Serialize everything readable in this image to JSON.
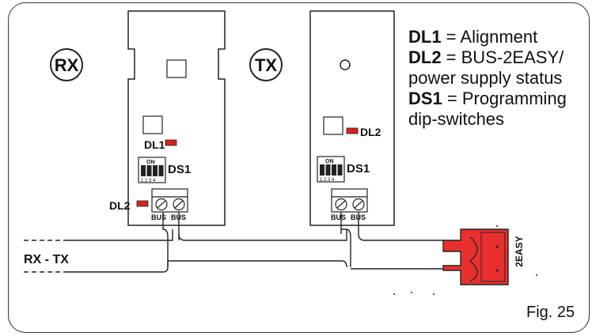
{
  "labels": {
    "rx": "RX",
    "tx": "TX",
    "dl1": "DL1",
    "dl2": "DL2",
    "ds1": "DS1",
    "on": "ON",
    "dip_numbers": "1 2 3 4",
    "bus": "BUS",
    "rx_tx": "RX - TX",
    "twoeasy": "2EASY"
  },
  "legend": {
    "dl1_code": "DL1",
    "dl1_text": " = Alignment",
    "dl2_code": "DL2",
    "dl2_text": " = BUS-2EASY/",
    "dl2_text2": "power supply status",
    "ds1_code": "DS1",
    "ds1_text": " = Programming",
    "ds1_text2": "dip-switches"
  },
  "figure": {
    "label": "Fig. 25"
  },
  "colors": {
    "led": "#d8231f",
    "connector": "#e8312e",
    "line": "#222222"
  }
}
